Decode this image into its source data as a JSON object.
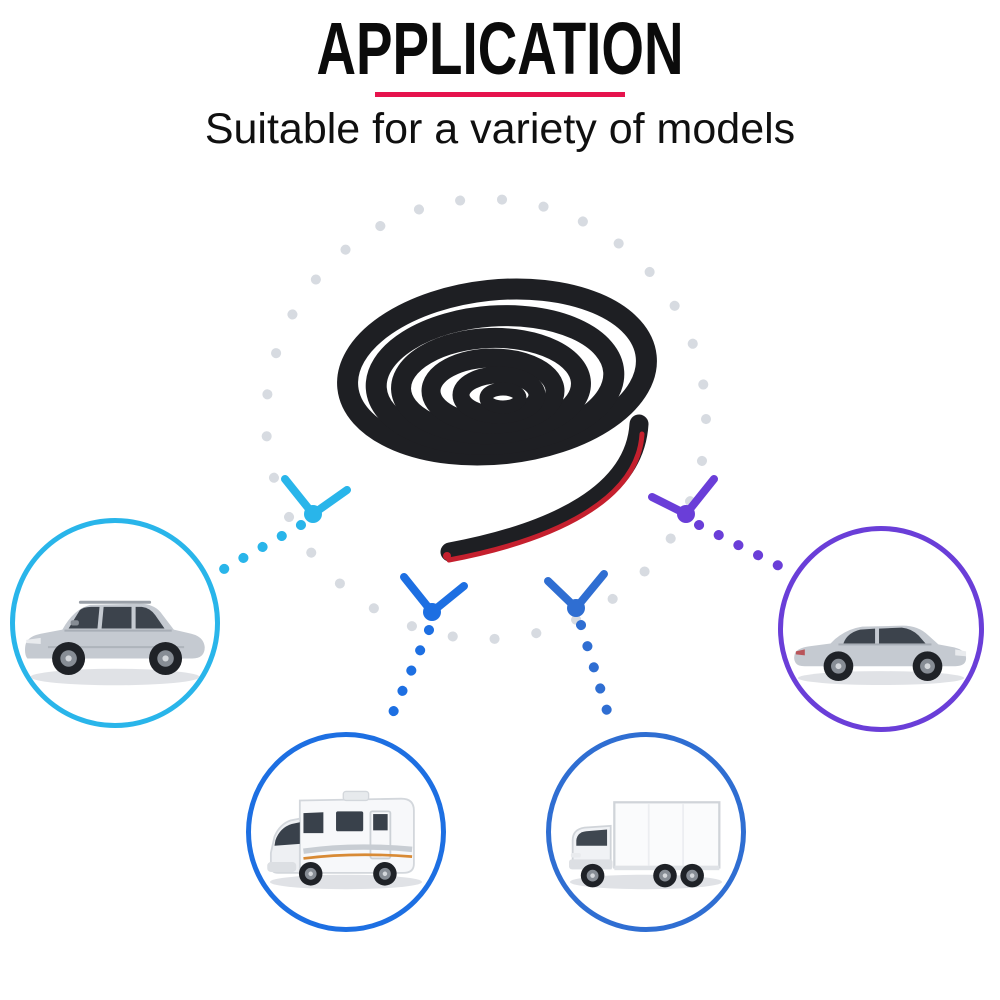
{
  "header": {
    "title": "APPLICATION",
    "subtitle": "Suitable for a variety of models",
    "title_color": "#0b0b0b",
    "underline_color": "#e6134d"
  },
  "diagram": {
    "ring_color": "#d7dbe1",
    "product": {
      "name": "rubber-seal-strip-coil",
      "strip_color": "#1e1f23",
      "adhesive_color": "#c5202e"
    },
    "nodes": [
      {
        "id": "suv",
        "color": "#29b5ea"
      },
      {
        "id": "rv",
        "color": "#1d6fe2"
      },
      {
        "id": "truck",
        "color": "#2f6ed2"
      },
      {
        "id": "sedan",
        "color": "#6a3ed8"
      }
    ]
  }
}
